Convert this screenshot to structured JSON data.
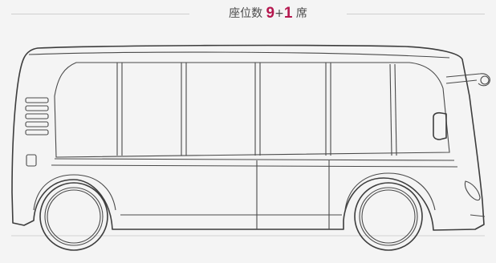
{
  "header": {
    "title_prefix": "座位数",
    "seats_number": "9",
    "plus_sign": "+",
    "extra_number": "1",
    "title_suffix": "席"
  },
  "colors": {
    "accent": "#b5174e",
    "line": "#3d3d3d",
    "background": "#f4f4f4"
  }
}
